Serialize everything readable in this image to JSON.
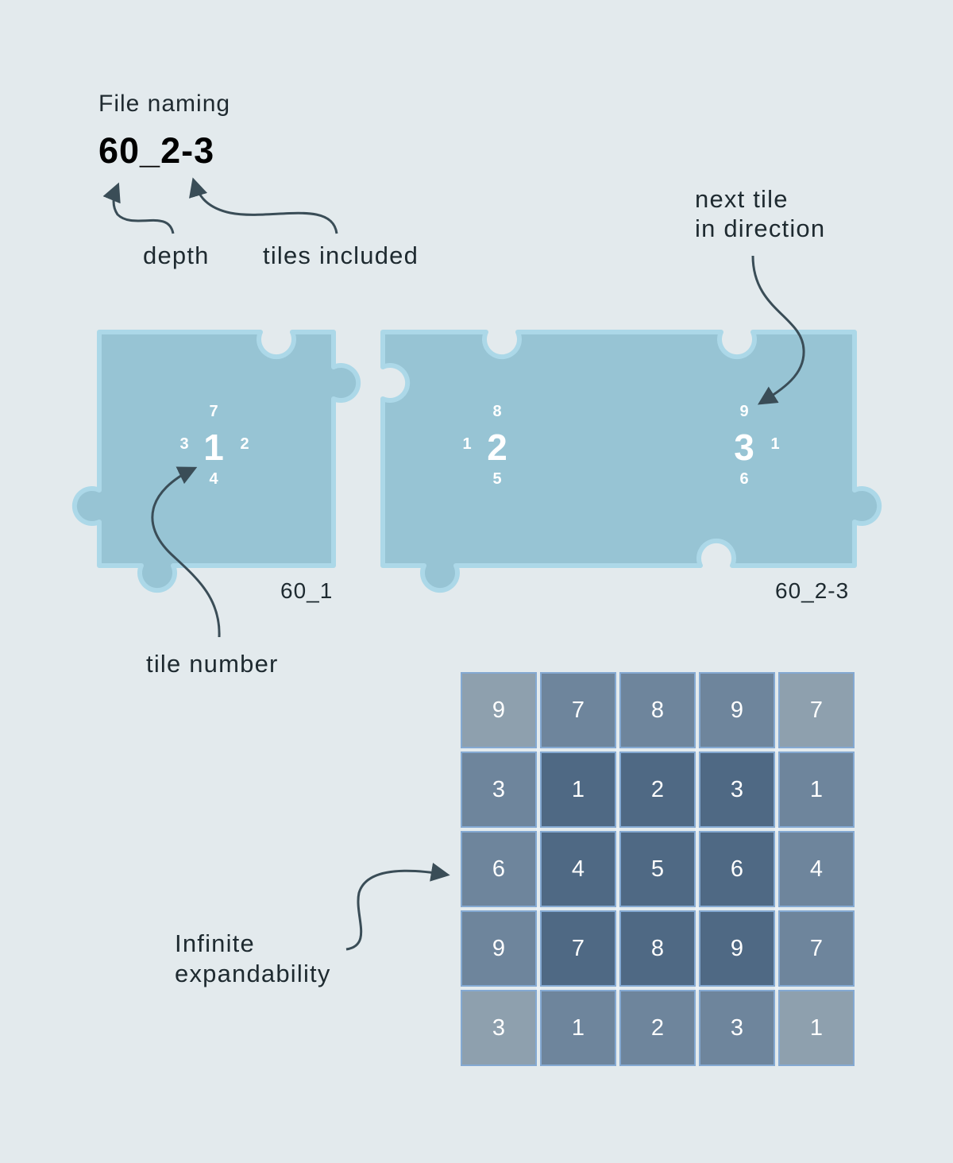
{
  "header": {
    "title": "File naming",
    "filename": "60_2-3",
    "annotation_depth": "depth",
    "annotation_tiles": "tiles included"
  },
  "annotations": {
    "next_tile_line1": "next tile",
    "next_tile_line2": "in direction",
    "tile_number": "tile number",
    "infinite_line1": "Infinite",
    "infinite_line2": "expandability"
  },
  "tiles": {
    "tile_a": {
      "code": "60_1",
      "center": "1",
      "top": "7",
      "left": "3",
      "right": "2",
      "bottom": "4"
    },
    "tile_b": {
      "code": "60_2-3",
      "first": {
        "center": "2",
        "top": "8",
        "left": "1",
        "bottom": "5"
      },
      "second": {
        "center": "3",
        "top": "9",
        "right": "1",
        "bottom": "6"
      }
    }
  },
  "grid": {
    "rows": [
      [
        "9",
        "7",
        "8",
        "9",
        "7"
      ],
      [
        "3",
        "1",
        "2",
        "3",
        "1"
      ],
      [
        "6",
        "4",
        "5",
        "6",
        "4"
      ],
      [
        "9",
        "7",
        "8",
        "9",
        "7"
      ],
      [
        "3",
        "1",
        "2",
        "3",
        "1"
      ]
    ],
    "shades": [
      [
        "corner",
        "edge",
        "edge",
        "edge",
        "corner"
      ],
      [
        "edge",
        "inner",
        "inner",
        "inner",
        "edge"
      ],
      [
        "edge",
        "inner",
        "inner",
        "inner",
        "edge"
      ],
      [
        "edge",
        "inner",
        "inner",
        "inner",
        "edge"
      ],
      [
        "corner",
        "edge",
        "edge",
        "edge",
        "corner"
      ]
    ]
  },
  "colors": {
    "background": "#e3eaed",
    "piece_fill": "#97c4d4",
    "piece_stroke": "#acd8e8",
    "arrow": "#3a4d57",
    "grid_corner": "#8ea0ae",
    "grid_edge": "#6e859c",
    "grid_inner": "#4f6984",
    "grid_border": "#84a9d2"
  }
}
